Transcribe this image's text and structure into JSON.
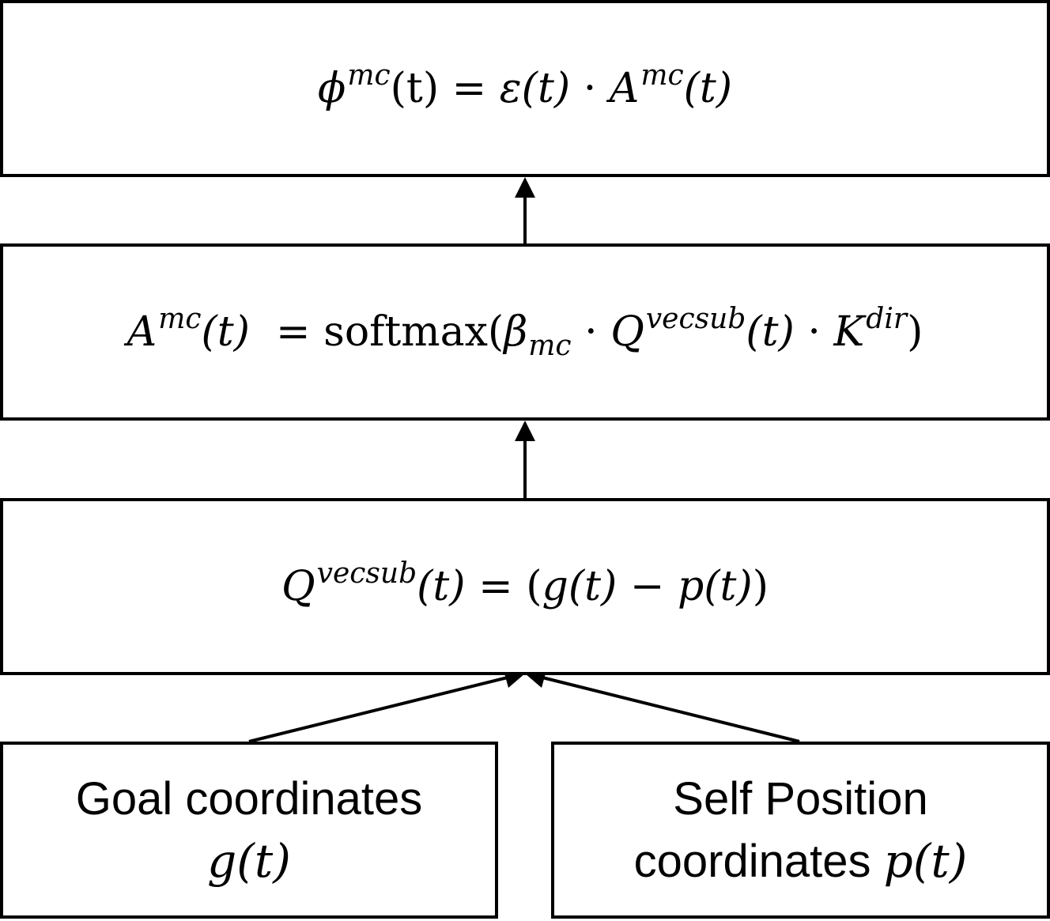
{
  "boxes": {
    "phi": {
      "lhs": "ϕ",
      "lhs_sup": "mc",
      "lhs_arg": "(t)",
      "eq": "=",
      "t1": "ε",
      "t1_arg": "(t)",
      "dot": "·",
      "t2": "A",
      "t2_sup": "mc",
      "t2_arg": "(t)"
    },
    "attention": {
      "lhs": "A",
      "lhs_sup": "mc",
      "lhs_arg": "(t)",
      "eq": "=",
      "fn": "softmax(",
      "beta": "β",
      "beta_sub": "mc",
      "dot1": "·",
      "q": "Q",
      "q_sup": "vecsub",
      "q_arg": "(t)",
      "dot2": "·",
      "k": "K",
      "k_sup": "dir",
      "close": ")"
    },
    "query": {
      "lhs": "Q",
      "lhs_sup": "vecsub",
      "lhs_arg": "(t)",
      "eq": "=",
      "rhs_open": "(",
      "g": "g(t)",
      "minus": "−",
      "p": "p(t)",
      "rhs_close": ")"
    },
    "goal": {
      "line1": "Goal coordinates",
      "line2": "g(t)"
    },
    "self": {
      "line1": "Self Position",
      "line2_text": "coordinates ",
      "line2_math": "p(t)"
    }
  }
}
